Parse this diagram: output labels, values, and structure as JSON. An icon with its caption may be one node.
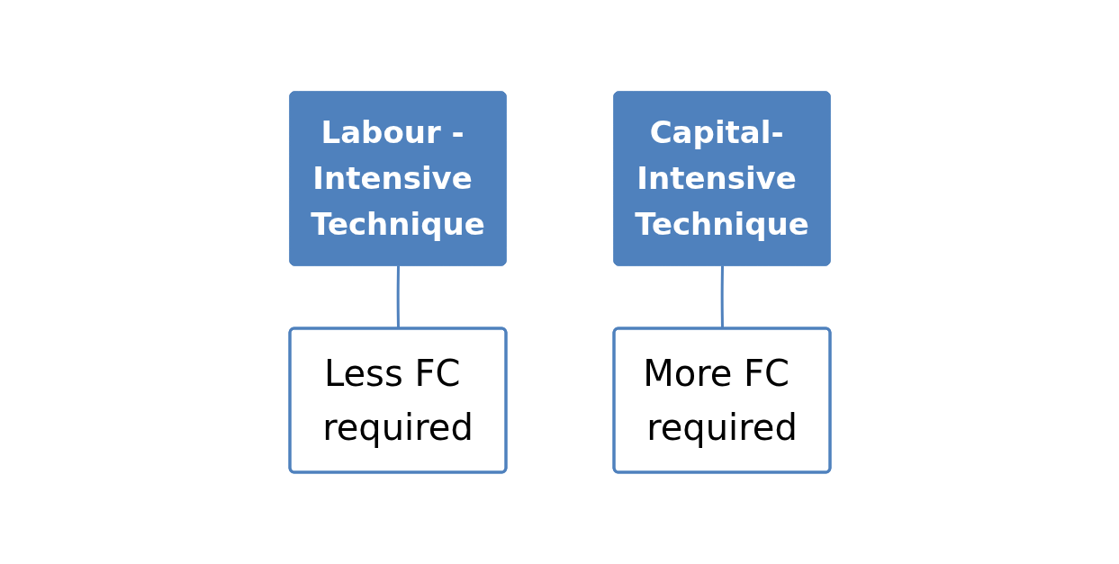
{
  "diagram": {
    "nodes": [
      {
        "text": [
          "Labour - Intensive Technique"
        ]
      },
      {
        "text": [
          "Less FC required"
        ]
      },
      {
        "text": [
          "Capital- Intensive Technique"
        ]
      },
      {
        "text": [
          "More FC required"
        ]
      }
    ],
    "edges": [
      {
        "from": 0,
        "to": 1,
        "arrow": "none"
      },
      {
        "from": 2,
        "to": 3,
        "arrow": "none"
      }
    ]
  }
}
